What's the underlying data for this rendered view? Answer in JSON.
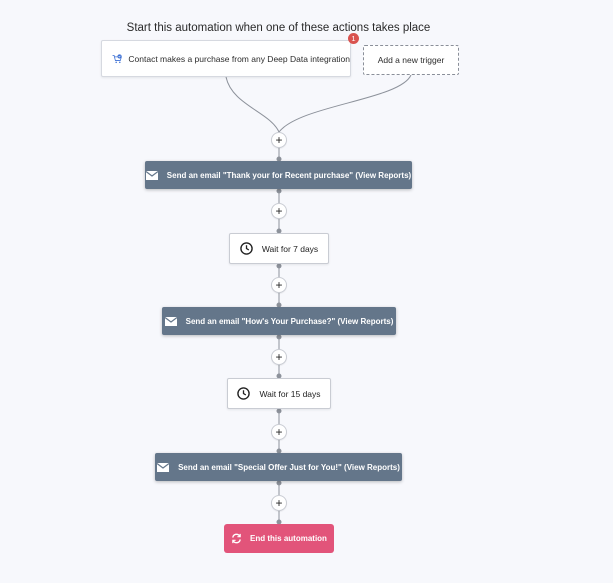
{
  "heading": "Start this automation when one of these actions takes place",
  "trigger": {
    "label": "Contact makes a purchase from any Deep Data integration",
    "icon": "shopping-cart-icon",
    "badge_count": "1"
  },
  "add_trigger_label": "Add a new trigger",
  "add_step_symbol": "+",
  "steps": [
    {
      "type": "email",
      "label": "Send an email \"Thank your for Recent purchase\" (View Reports)"
    },
    {
      "type": "wait",
      "label": "Wait for 7 days"
    },
    {
      "type": "email",
      "label": "Send an email \"How's Your Purchase?\" (View Reports)"
    },
    {
      "type": "wait",
      "label": "Wait for 15 days"
    },
    {
      "type": "email",
      "label": "Send an email \"Special Offer Just for You!\" (View Reports)"
    }
  ],
  "end": {
    "label": "End this automation"
  },
  "colors": {
    "email_step": "#64768a",
    "end_step": "#e2547a",
    "badge": "#d9534f",
    "cart_icon": "#3b6fd4"
  }
}
